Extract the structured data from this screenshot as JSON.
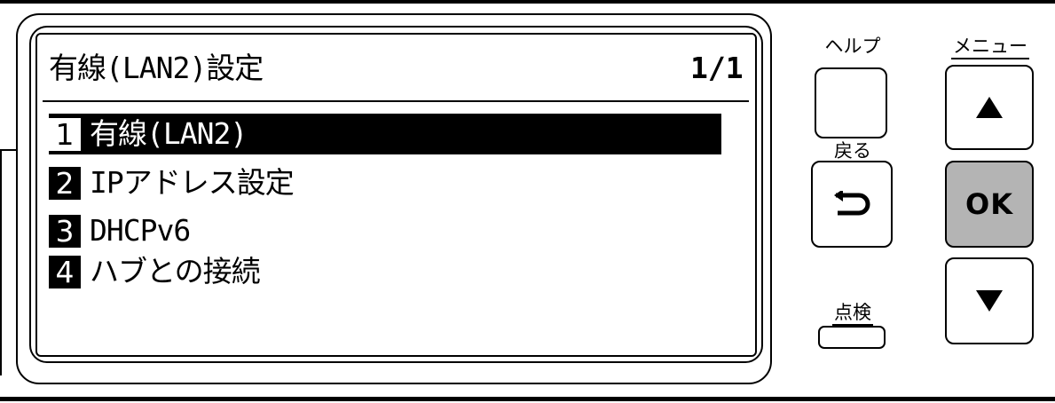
{
  "screen": {
    "title": "有線(LAN2)設定",
    "page_indicator": "1/1",
    "items": [
      {
        "number": "1",
        "label": "有線(LAN2)",
        "selected": true
      },
      {
        "number": "2",
        "label": "IPアドレス設定",
        "selected": false
      },
      {
        "number": "3",
        "label": "DHCPv6",
        "selected": false
      },
      {
        "number": "4",
        "label": "ハブとの接続",
        "selected": false
      }
    ]
  },
  "buttons": {
    "help_label": "ヘルプ",
    "back_label": "戻る",
    "check_label": "点検",
    "menu_label": "メニュー",
    "ok_label": "OK"
  },
  "colors": {
    "ok_button": "#b4b4b4",
    "highlight": "#000000"
  }
}
